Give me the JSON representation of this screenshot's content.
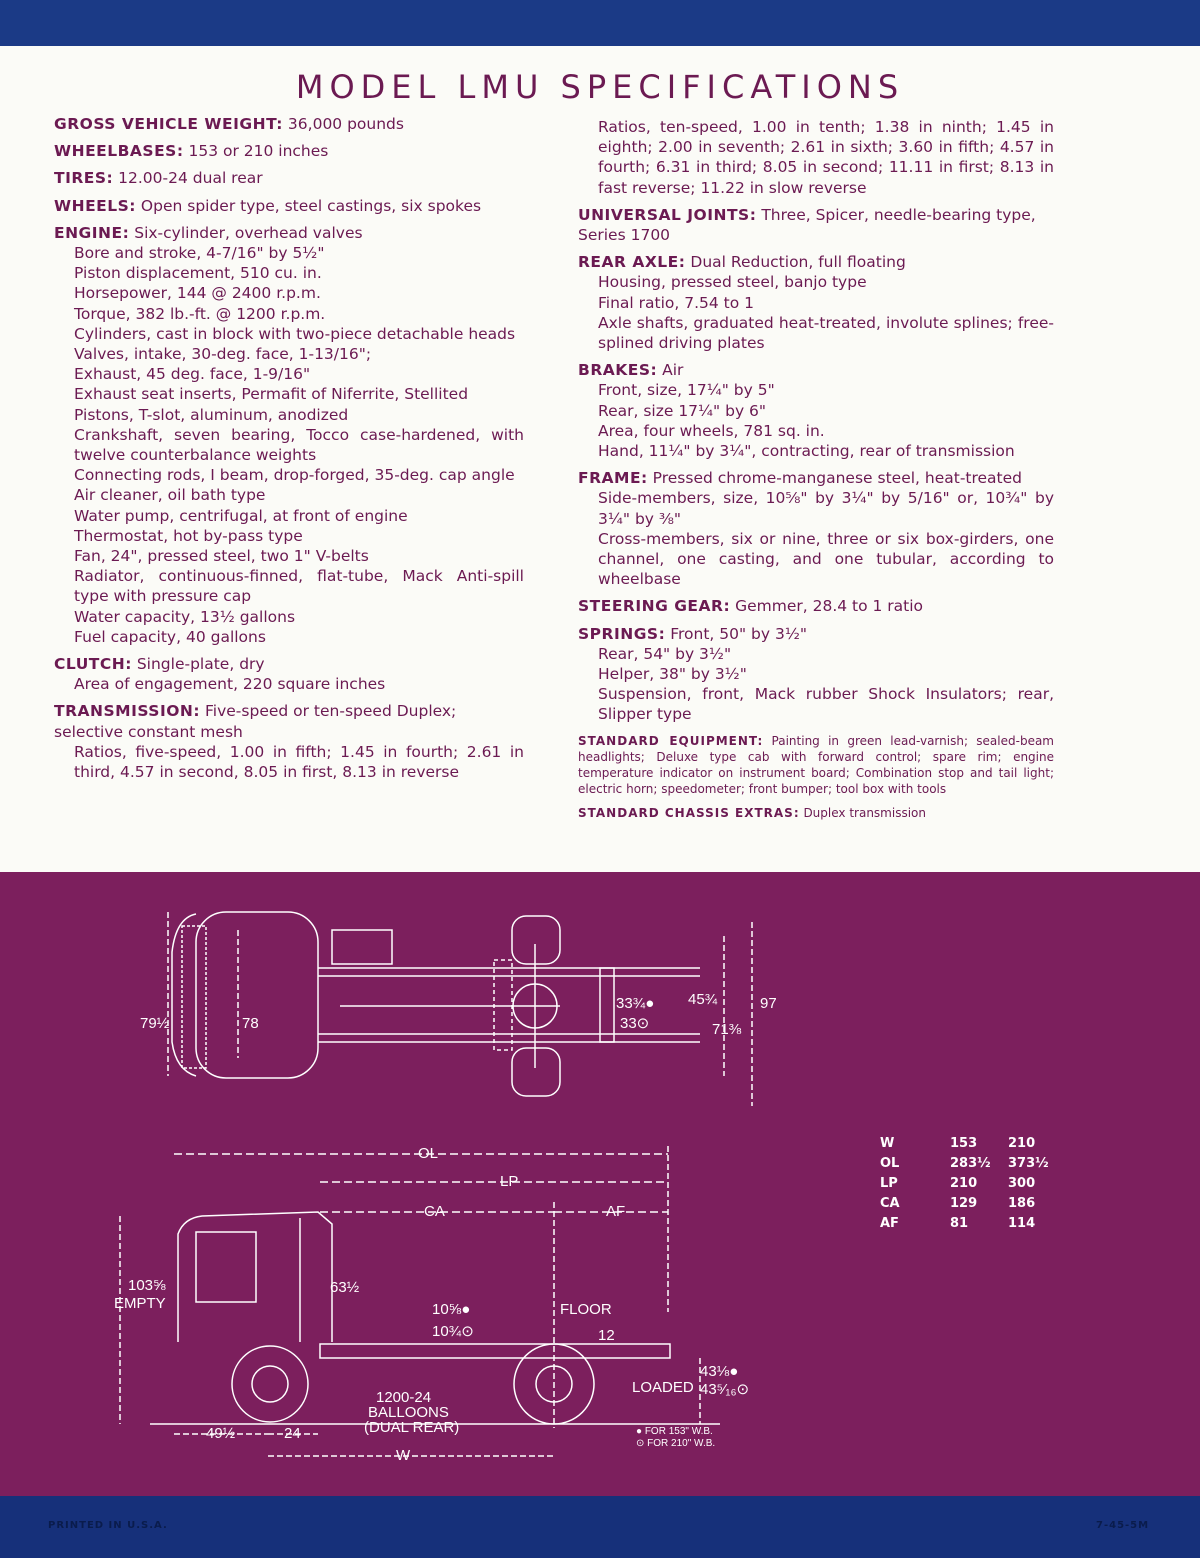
{
  "title": "MODEL LMU SPECIFICATIONS",
  "left_column": [
    {
      "label": "GROSS VEHICLE WEIGHT:",
      "text": " 36,000 pounds",
      "lines": []
    },
    {
      "label": "WHEELBASES:",
      "text": " 153 or 210 inches",
      "lines": []
    },
    {
      "label": "TIRES:",
      "text": " 12.00-24 dual rear",
      "lines": []
    },
    {
      "label": "WHEELS:",
      "text": " Open spider type, steel castings, six spokes",
      "lines": []
    },
    {
      "label": "ENGINE:",
      "text": " Six-cylinder, overhead valves",
      "lines": [
        "Bore and stroke, 4-7/16\" by 5½\"",
        "Piston displacement, 510 cu. in.",
        "Horsepower, 144 @ 2400 r.p.m.",
        "Torque, 382 lb.-ft. @ 1200 r.p.m.",
        "Cylinders, cast in block with two-piece detachable heads",
        "Valves, intake, 30-deg. face, 1-13/16\";",
        "Exhaust, 45 deg. face, 1-9/16\"",
        "Exhaust seat inserts, Permafit of Niferrite, Stellited",
        "Pistons, T-slot, aluminum, anodized",
        "Crankshaft, seven bearing, Tocco case-hardened, with twelve counterbalance weights",
        "Connecting rods, I beam, drop-forged, 35-deg. cap angle",
        "Air cleaner, oil bath type",
        "Water pump, centrifugal, at front of engine",
        "Thermostat, hot by-pass type",
        "Fan, 24\", pressed steel, two 1\" V-belts",
        "Radiator, continuous-finned, flat-tube, Mack Anti-spill type with pressure cap",
        "Water capacity, 13½ gallons",
        "Fuel capacity, 40 gallons"
      ]
    },
    {
      "label": "CLUTCH:",
      "text": " Single-plate, dry",
      "lines": [
        "Area of engagement, 220 square inches"
      ]
    },
    {
      "label": "TRANSMISSION:",
      "text": " Five-speed or ten-speed Duplex; selective constant mesh",
      "lines": [
        "Ratios, five-speed, 1.00 in fifth; 1.45 in fourth; 2.61 in third, 4.57 in second, 8.05 in first, 8.13 in reverse"
      ]
    }
  ],
  "right_column": [
    {
      "label": "",
      "text": "",
      "lines": [
        "Ratios, ten-speed, 1.00 in tenth; 1.38 in ninth; 1.45 in eighth; 2.00 in seventh; 2.61 in sixth; 3.60 in fifth; 4.57 in fourth; 6.31 in third; 8.05 in second; 11.11 in first; 8.13 in fast reverse; 11.22 in slow reverse"
      ]
    },
    {
      "label": "UNIVERSAL JOINTS:",
      "text": " Three, Spicer, needle-bearing type, Series 1700",
      "lines": []
    },
    {
      "label": "REAR AXLE:",
      "text": " Dual Reduction, full floating",
      "lines": [
        "Housing, pressed steel, banjo type",
        "Final ratio, 7.54 to 1",
        "Axle shafts, graduated heat-treated, involute splines; free-splined driving plates"
      ]
    },
    {
      "label": "BRAKES:",
      "text": " Air",
      "lines": [
        "Front, size, 17¼\" by 5\"",
        "Rear, size 17¼\" by 6\"",
        "Area, four wheels, 781 sq. in.",
        "Hand, 11¼\" by 3¼\", contracting, rear of transmission"
      ]
    },
    {
      "label": "FRAME:",
      "text": " Pressed chrome-manganese steel, heat-treated",
      "lines": [
        "Side-members, size, 10⅝\" by 3¼\" by 5/16\" or, 10¾\" by 3¼\" by ⅜\"",
        "Cross-members, six or nine, three or six box-girders, one channel, one casting, and one tubular, according to wheelbase"
      ]
    },
    {
      "label": "STEERING GEAR:",
      "text": " Gemmer, 28.4 to 1 ratio",
      "lines": []
    },
    {
      "label": "SPRINGS:",
      "text": " Front, 50\" by 3½\"",
      "lines": [
        "Rear, 54\" by 3½\"",
        "Helper, 38\" by 3½\"",
        "Suspension, front, Mack rubber Shock Insulators; rear, Slipper type"
      ]
    }
  ],
  "standard_equipment": {
    "label": "STANDARD EQUIPMENT:",
    "text": " Painting in green lead-varnish; sealed-beam headlights; Deluxe type cab with forward control; spare rim; engine temperature indicator on instrument board; Combination stop and tail light; electric horn; speedometer; front bumper; tool box with tools"
  },
  "chassis_extras": {
    "label": "STANDARD CHASSIS EXTRAS:",
    "text": " Duplex transmission"
  },
  "drawing_labels": {
    "top_79": "79½",
    "top_78": "78",
    "top_33a": "33¾●",
    "top_33b": "33⊙",
    "top_45": "45¾",
    "top_71": "71⅜",
    "top_97": "97",
    "side_ol": "OL",
    "side_lp": "LP",
    "side_ca": "CA",
    "side_af": "AF",
    "side_103": "103⅝",
    "side_empty": "EMPTY",
    "side_63": "63½",
    "side_10a": "10⅝●",
    "side_10b": "10¾⊙",
    "side_floor": "FLOOR",
    "side_12": "12",
    "side_tire1": "1200-24",
    "side_tire2": "BALLOONS",
    "side_tire3": "(DUAL REAR)",
    "side_49": "49½",
    "side_24": "24",
    "side_w": "W",
    "side_loaded": "LOADED",
    "side_43a": "43⅛●",
    "side_43b": "43⁵⁄₁₆⊙",
    "note1": "● FOR 153\" W.B.",
    "note2": "⊙ FOR 210\" W.B."
  },
  "dimension_table": [
    [
      "W",
      "153",
      "210"
    ],
    [
      "OL",
      "283½",
      "373½"
    ],
    [
      "LP",
      "210",
      "300"
    ],
    [
      "CA",
      "129",
      "186"
    ],
    [
      "AF",
      "81",
      "114"
    ]
  ],
  "footer_left": "PRINTED IN U.S.A.",
  "footer_right": "7-45-5M",
  "colors": {
    "maroon_text": "#6b1a52",
    "plate": "#7c1f5d",
    "blue_border": "#16307a",
    "paper": "#fbfbf7"
  }
}
